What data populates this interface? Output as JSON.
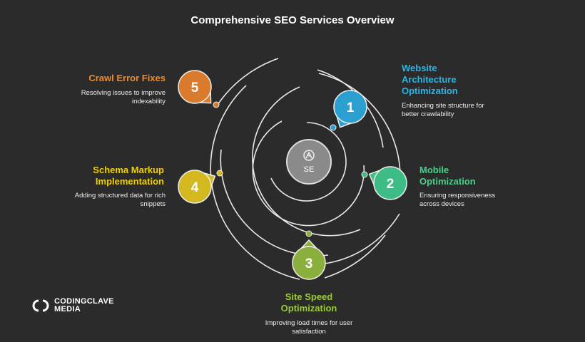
{
  "title": "Comprehensive SEO Services Overview",
  "center": {
    "label": "SE",
    "icon": "compass-icon"
  },
  "steps": [
    {
      "num": "1",
      "title": "Website Architecture Optimization",
      "desc": "Enhancing site structure for better crawlability",
      "color": "#2a9fd0",
      "text_color": "#29b6e8"
    },
    {
      "num": "2",
      "title": "Mobile Optimization",
      "desc": "Ensuring responsiveness across devices",
      "color": "#3dbd85",
      "text_color": "#4ccf8a"
    },
    {
      "num": "3",
      "title": "Site Speed Optimization",
      "desc": "Improving load times for user satisfaction",
      "color": "#8aaf3c",
      "text_color": "#9acd32"
    },
    {
      "num": "4",
      "title": "Schema Markup Implementation",
      "desc": "Adding structured data for rich snippets",
      "color": "#d4b820",
      "text_color": "#f0d000"
    },
    {
      "num": "5",
      "title": "Crawl Error Fixes",
      "desc": "Resolving issues to improve indexability",
      "color": "#d97a2c",
      "text_color": "#f08a2a"
    }
  ],
  "logo": {
    "line1": "CODINGCLAVE",
    "line2": "MEDIA"
  }
}
